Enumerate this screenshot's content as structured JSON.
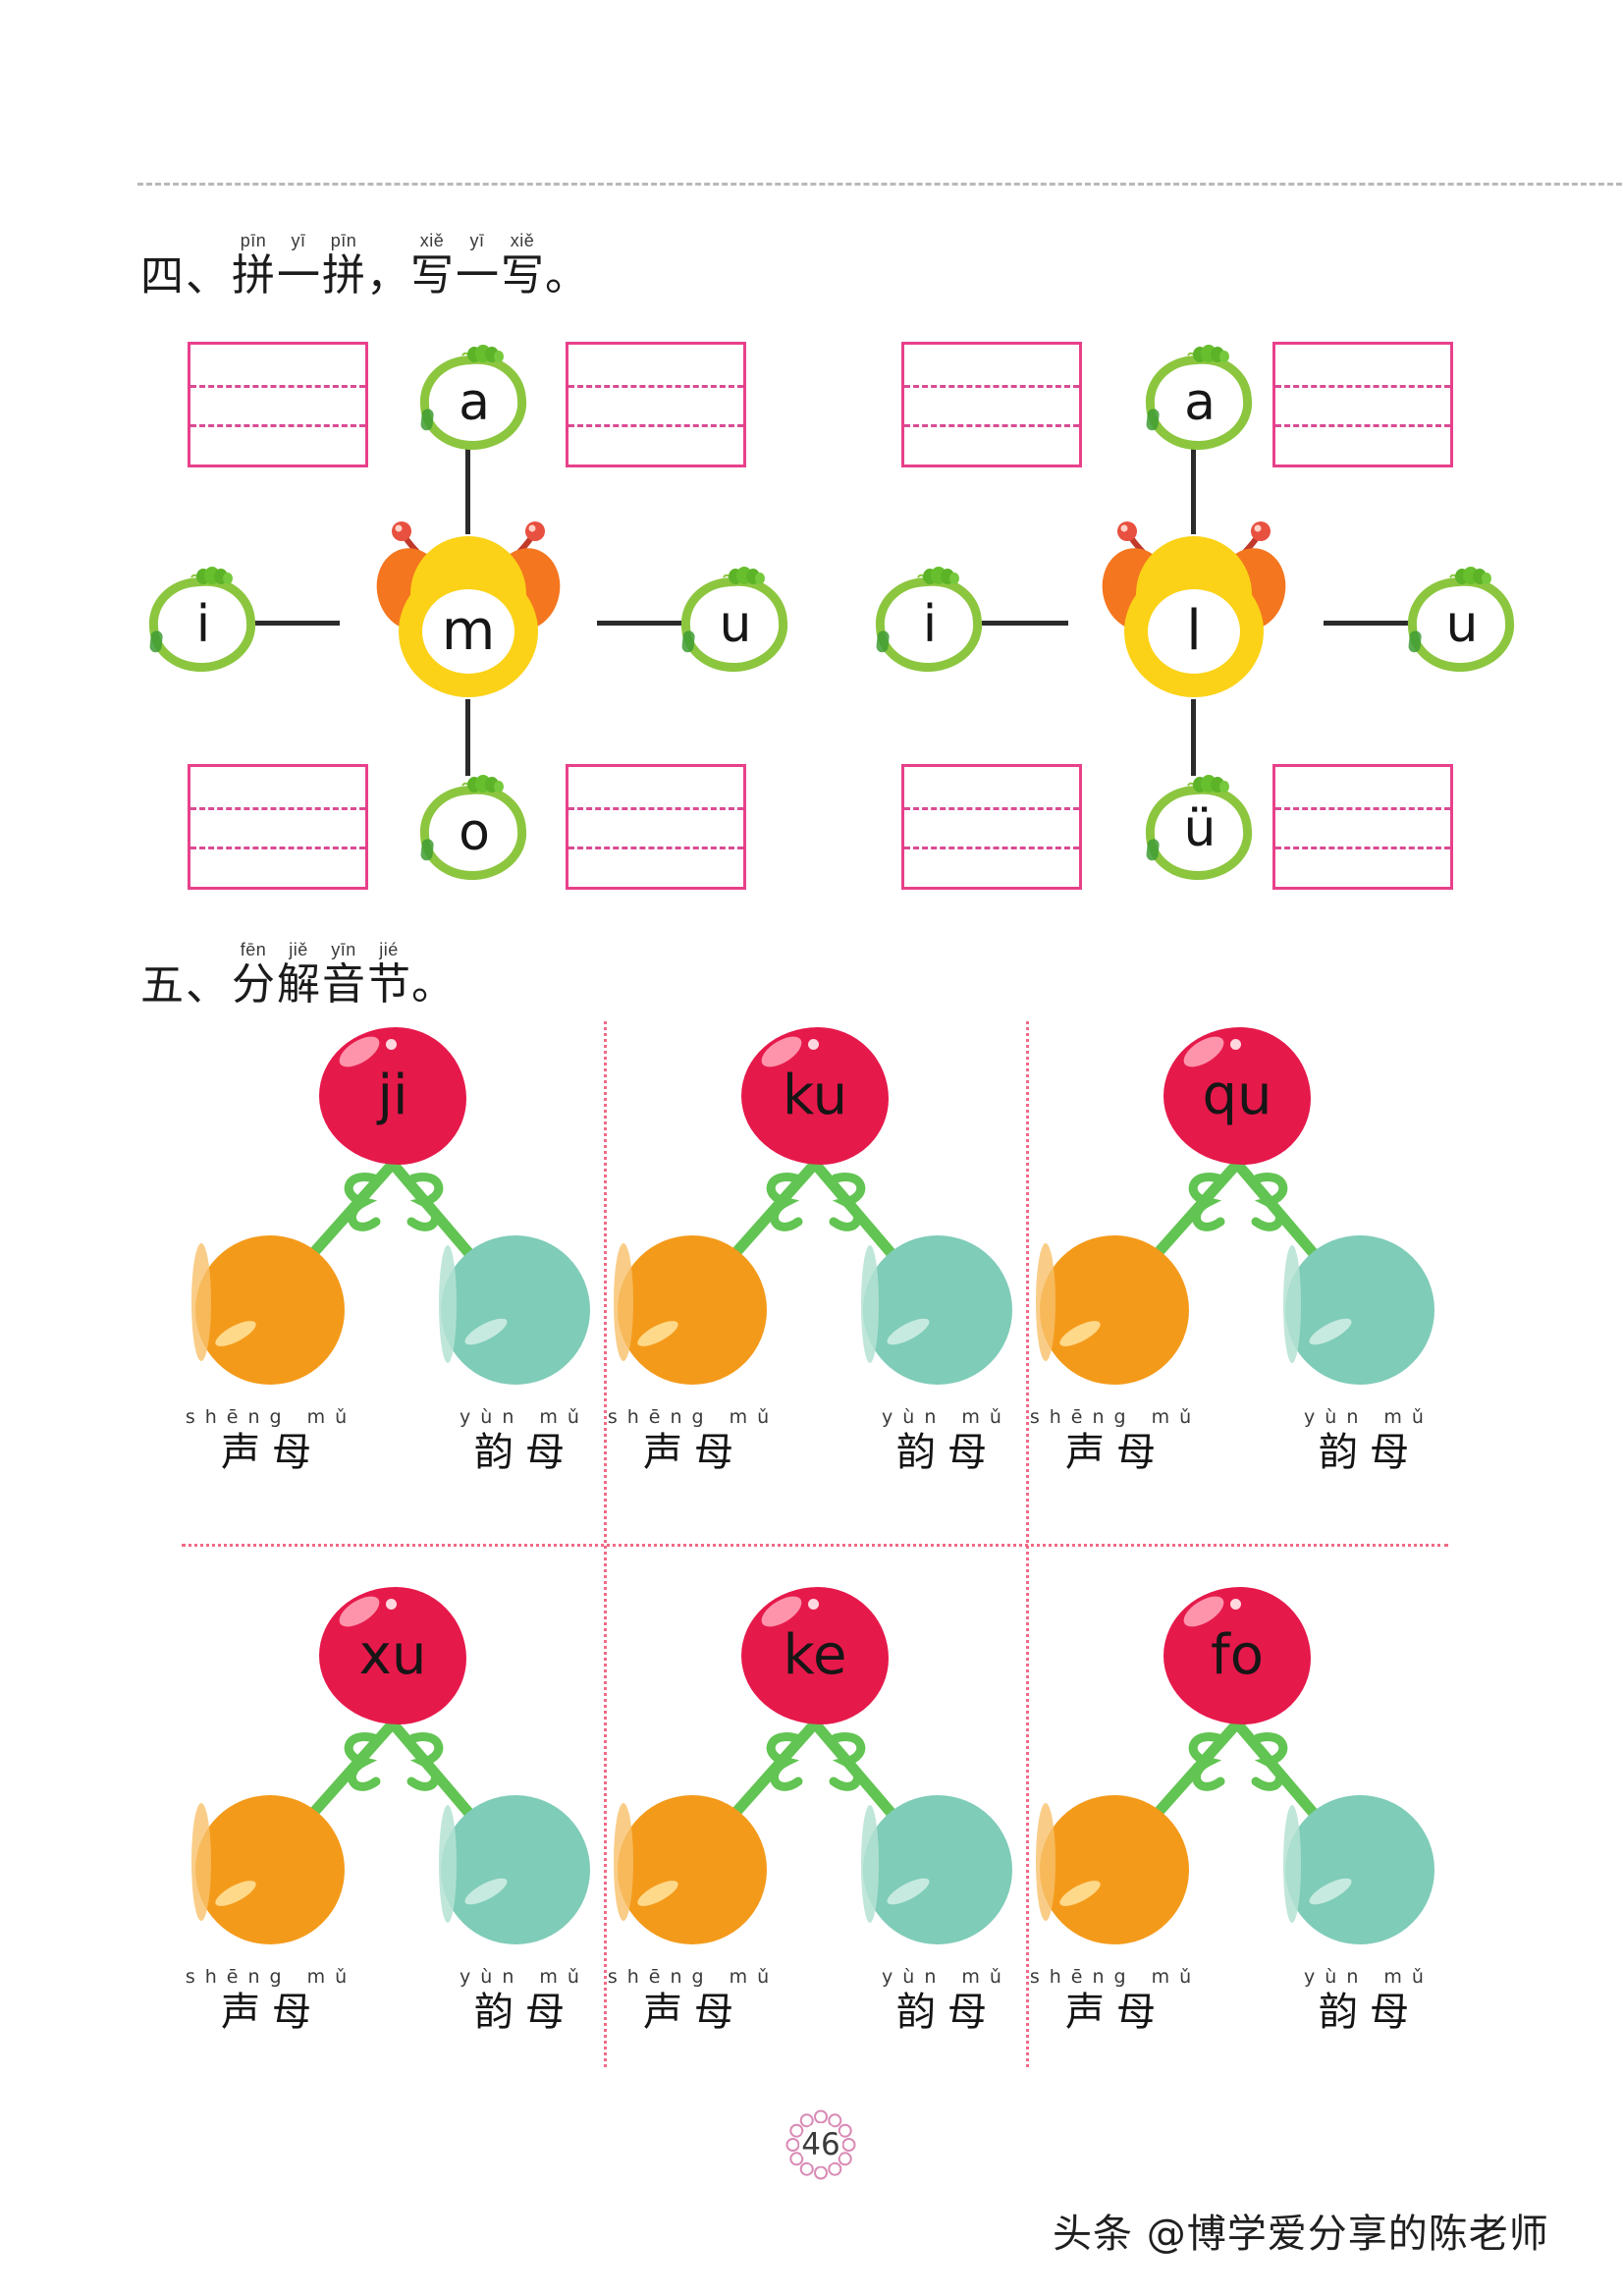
{
  "page": {
    "number": "46",
    "watermark": "头条 @博学爱分享的陈老师"
  },
  "section4": {
    "index": "四、",
    "title_chars": [
      {
        "han": "拼",
        "py": "pīn"
      },
      {
        "han": "一",
        "py": "yī"
      },
      {
        "han": "拼",
        "py": "pīn"
      }
    ],
    "comma": "，",
    "title_chars2": [
      {
        "han": "写",
        "py": "xiě"
      },
      {
        "han": "一",
        "py": "yī"
      },
      {
        "han": "写",
        "py": "xiě"
      }
    ],
    "period": "。",
    "caterpillars": [
      {
        "center": "m",
        "top": "a",
        "left": "i",
        "right": "u",
        "bottom": "o",
        "boxes": [
          "",
          "",
          "",
          ""
        ]
      },
      {
        "center": "l",
        "top": "a",
        "left": "i",
        "right": "u",
        "bottom": "ü",
        "boxes": [
          "",
          "",
          "",
          ""
        ]
      }
    ]
  },
  "section5": {
    "index": "五、",
    "title_chars": [
      {
        "han": "分",
        "py": "fēn"
      },
      {
        "han": "解",
        "py": "jiě"
      },
      {
        "han": "音",
        "py": "yīn"
      },
      {
        "han": "节",
        "py": "jié"
      }
    ],
    "period": "。",
    "label_initial": {
      "py": "shēng mǔ",
      "han": "声母"
    },
    "label_final": {
      "py": "yùn mǔ",
      "han": "韵母"
    },
    "items": [
      {
        "syllable": "ji"
      },
      {
        "syllable": "ku"
      },
      {
        "syllable": "qu"
      },
      {
        "syllable": "xu"
      },
      {
        "syllable": "ke"
      },
      {
        "syllable": "fo"
      }
    ]
  },
  "colors": {
    "box_border": "#e8408a",
    "box_dash": "#d94b93",
    "leaf_green": "#8cc63f",
    "head_yellow": "#fbd217",
    "head_orange": "#f4761f",
    "berry_red": "#e6194b",
    "fruit_orange": "#f49a1a",
    "fruit_mint": "#7fccb8",
    "divider_dotted": "#f06a86",
    "page_badge": "#d98ab5"
  }
}
